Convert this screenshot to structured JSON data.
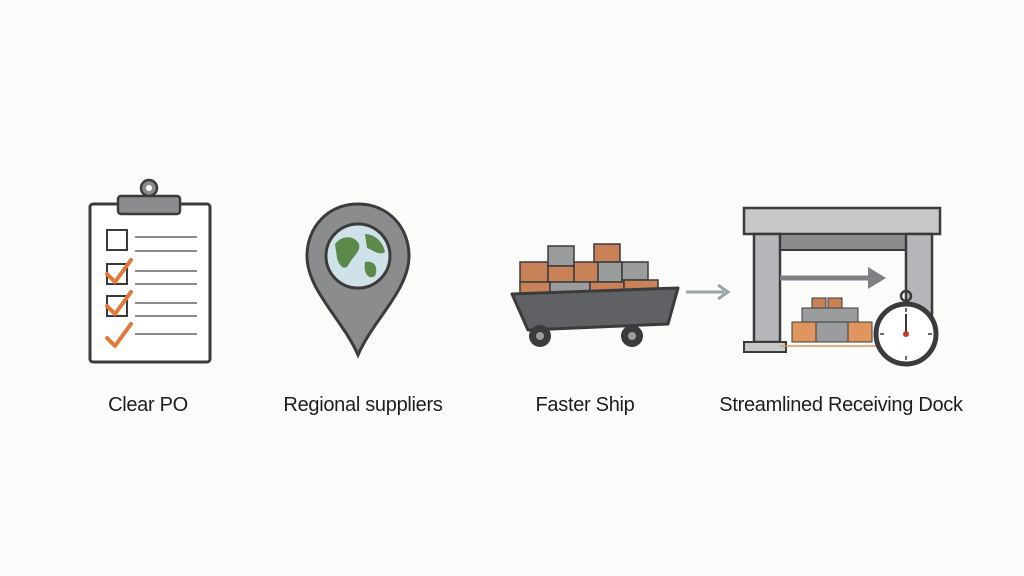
{
  "steps": [
    {
      "label": "Clear PO",
      "icon": "clipboard-checklist-icon"
    },
    {
      "label": "Regional suppliers",
      "icon": "location-pin-globe-icon"
    },
    {
      "label": "Faster Ship",
      "icon": "cargo-cart-icon"
    },
    {
      "label": "Streamlined Receiving Dock",
      "icon": "receiving-dock-stopwatch-icon"
    }
  ],
  "colors": {
    "accent": "#e07a3a",
    "gray": "#8a8c8e",
    "outline": "#3b3b3b",
    "globe_land": "#5d8a4a",
    "globe_sea": "#cfe2ea"
  }
}
